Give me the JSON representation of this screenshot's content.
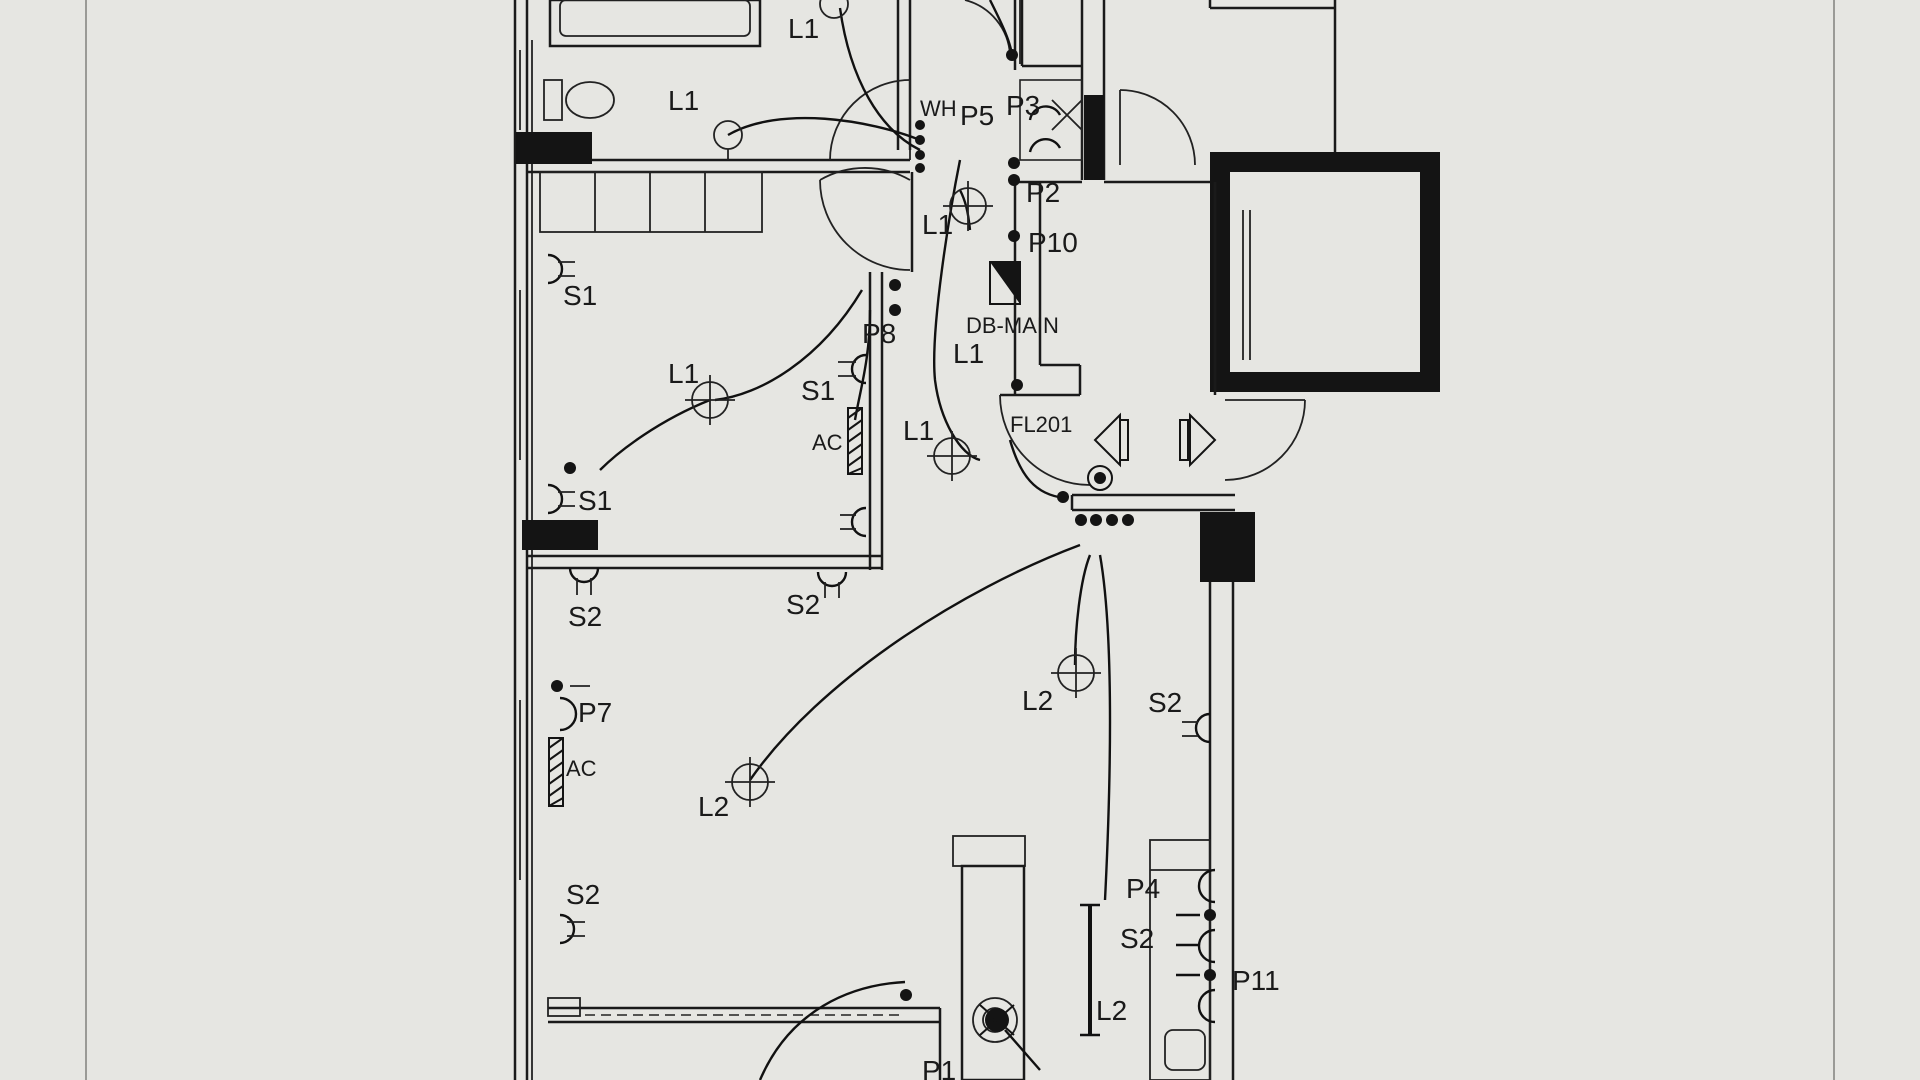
{
  "colors": {
    "paper": "#e6e6e2",
    "ink": "#141414",
    "frame": "#9a9a96"
  },
  "labels": {
    "L1_top": "L1",
    "L1_bath": "L1",
    "L1_bed": "L1",
    "L1_hall_a": "L1",
    "L1_db": "L1",
    "L1_hall_b": "L1",
    "WH": "WH",
    "P5": "P5",
    "P3": "P3",
    "P2": "P2",
    "P10": "P10",
    "DB": "DB-MAIN",
    "P8": "P8",
    "S1_a": "S1",
    "S1_b": "S1",
    "S1_c": "S1",
    "AC_a": "AC",
    "FL": "FL201",
    "S2_a": "S2",
    "S2_b": "S2",
    "S2_c": "S2",
    "S2_d": "S2",
    "S2_e": "S2",
    "P7": "P7",
    "AC_b": "AC",
    "L2_a": "L2",
    "L2_b": "L2",
    "L2_c": "L2",
    "P4": "P4",
    "P11": "P11",
    "P1": "P1"
  },
  "icons": [
    "light-fixture-icon",
    "socket-outlet-icon",
    "switch-icon",
    "distribution-board-icon",
    "air-conditioner-icon",
    "exhaust-fan-icon"
  ]
}
